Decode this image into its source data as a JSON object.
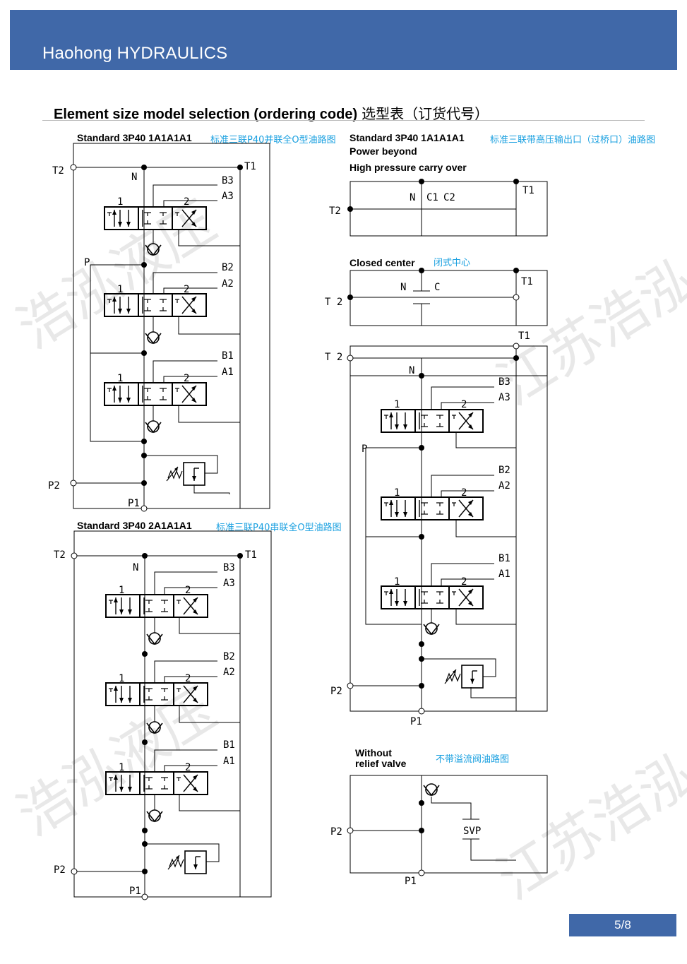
{
  "header": {
    "brand": "Haohong HYDRAULICS"
  },
  "section": {
    "title": "Element size model selection (ordering code)",
    "title_cn": "选型表（订货代号）"
  },
  "diagrams": {
    "parallel": {
      "title": "Standard 3P40 1A1A1A1",
      "note_cn": "标准三联P40并联全O型油路图"
    },
    "series": {
      "title": "Standard 3P40 2A1A1A1",
      "note_cn": "标准三联P40串联全O型油路图"
    },
    "power_beyond": {
      "title_line1": "Standard 3P40 1A1A1A1",
      "title_line2": "Power beyond",
      "note_cn": "标准三联带高压输出口（过桥口）油路图"
    },
    "carry_over": {
      "title": "High pressure carry over"
    },
    "closed_center": {
      "title": "Closed center",
      "note_cn": "闭式中心"
    },
    "without_relief": {
      "title_line1": "Without",
      "title_line2": "relief valve",
      "note_cn": "不带溢流阀油路图"
    }
  },
  "ports": {
    "T1": "T1",
    "T2": "T2",
    "T2_spaced": "T 2",
    "P": "P",
    "P1": "P1",
    "P2": "P2",
    "N": "N",
    "C": "C",
    "C1": "C1",
    "C2": "C2",
    "B1": "B1",
    "B2": "B2",
    "B3": "B3",
    "A1": "A1",
    "A2": "A2",
    "A3": "A3",
    "one": "1",
    "two": "2",
    "SVP": "SVP"
  },
  "watermark": {
    "text": "江苏浩泓液压",
    "fragment1": "浩泓液压",
    "fragment2": "江苏浩泓"
  },
  "footer": {
    "page": "5/8"
  }
}
